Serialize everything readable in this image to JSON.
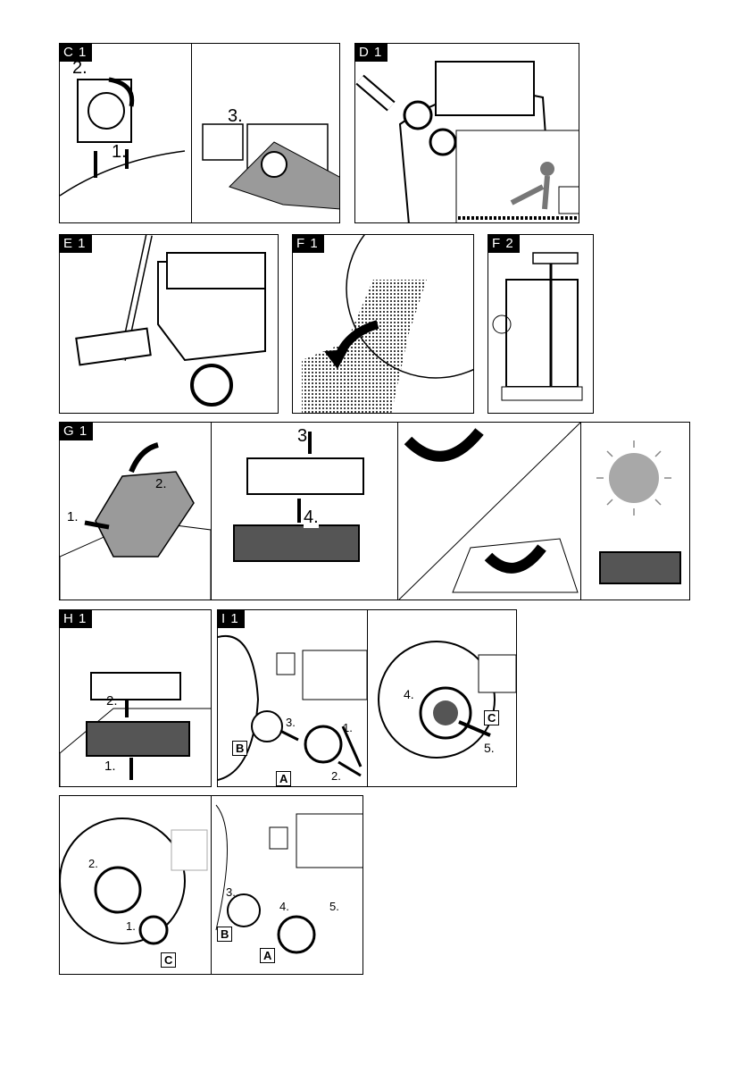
{
  "figures": {
    "C1": {
      "tag": "C 1",
      "steps": [
        "2.",
        "1.",
        "3."
      ]
    },
    "D1": {
      "tag": "D 1"
    },
    "E1": {
      "tag": "E 1"
    },
    "F1": {
      "tag": "F 1"
    },
    "F2": {
      "tag": "F 2"
    },
    "G1": {
      "tag": "G 1",
      "steps": [
        "1.",
        "2.",
        "3.",
        "4."
      ]
    },
    "H1": {
      "tag": "H 1",
      "steps": [
        "2.",
        "1."
      ]
    },
    "I1": {
      "tag": "I 1",
      "steps": [
        "3.",
        "1.",
        "2.",
        "4.",
        "5."
      ],
      "labels": [
        "B",
        "A",
        "C"
      ]
    },
    "J": {
      "steps": [
        "2.",
        "1.",
        "3.",
        "4.",
        "5."
      ],
      "labels": [
        "C",
        "B",
        "A"
      ]
    }
  },
  "colors": {
    "ink": "#000000",
    "gray": "#9a9a9a",
    "sun": "#a8a8a8"
  }
}
